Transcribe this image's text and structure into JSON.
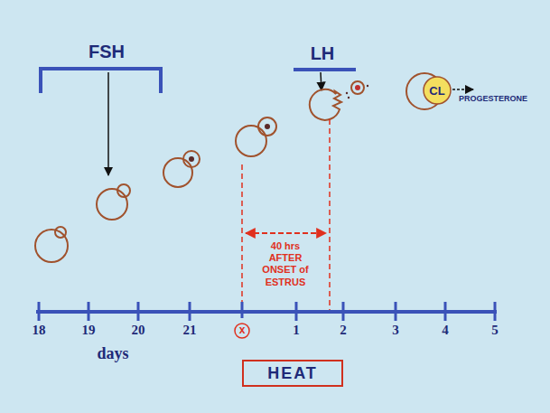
{
  "diagram": {
    "nodes": [
      {
        "text": [
          "HEAT"
        ]
      },
      {
        "text": [
          "CL"
        ]
      }
    ],
    "labels": [
      "FSH",
      "LH",
      "PROGESTERONE",
      "40 hrs AFTER ONSET of ESTRUS",
      "18",
      "19",
      "20",
      "21",
      "x",
      "1",
      "2",
      "3",
      "4",
      "5",
      "days"
    ]
  }
}
